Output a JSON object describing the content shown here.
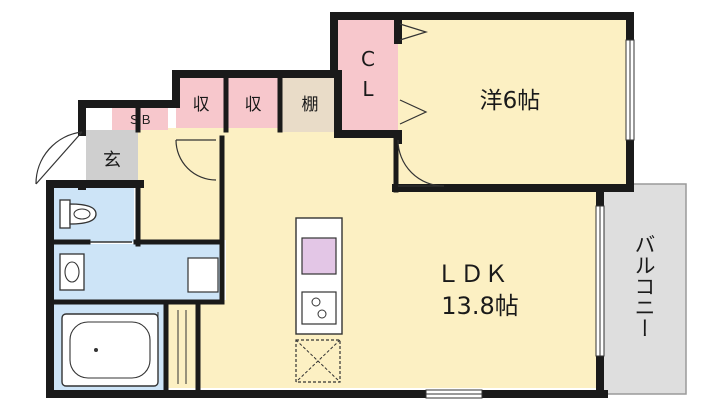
{
  "rooms": {
    "western_room": {
      "label": "洋6帖"
    },
    "ldk": {
      "label": "ＬＤＫ",
      "size": "13.8帖"
    },
    "closet": {
      "label_top": "C",
      "label_bottom": "L"
    },
    "storage_1": {
      "label": "収"
    },
    "storage_2": {
      "label": "収"
    },
    "shelf": {
      "label": "棚"
    },
    "shoe_box": {
      "label": "ＳＢ"
    },
    "entrance": {
      "label": "玄"
    },
    "balcony": {
      "label": "バルコニー"
    }
  },
  "colors": {
    "wall": "#1a1a1a",
    "room_floor": "#fcf0c3",
    "storage": "#f7c7cc",
    "shelf": "#e9dcc8",
    "entrance": "#cfcfcf",
    "wet_area": "#cde4f7",
    "balcony": "#dedede",
    "kitchen_sink": "#e3c6e6",
    "window": "#ffffff"
  }
}
